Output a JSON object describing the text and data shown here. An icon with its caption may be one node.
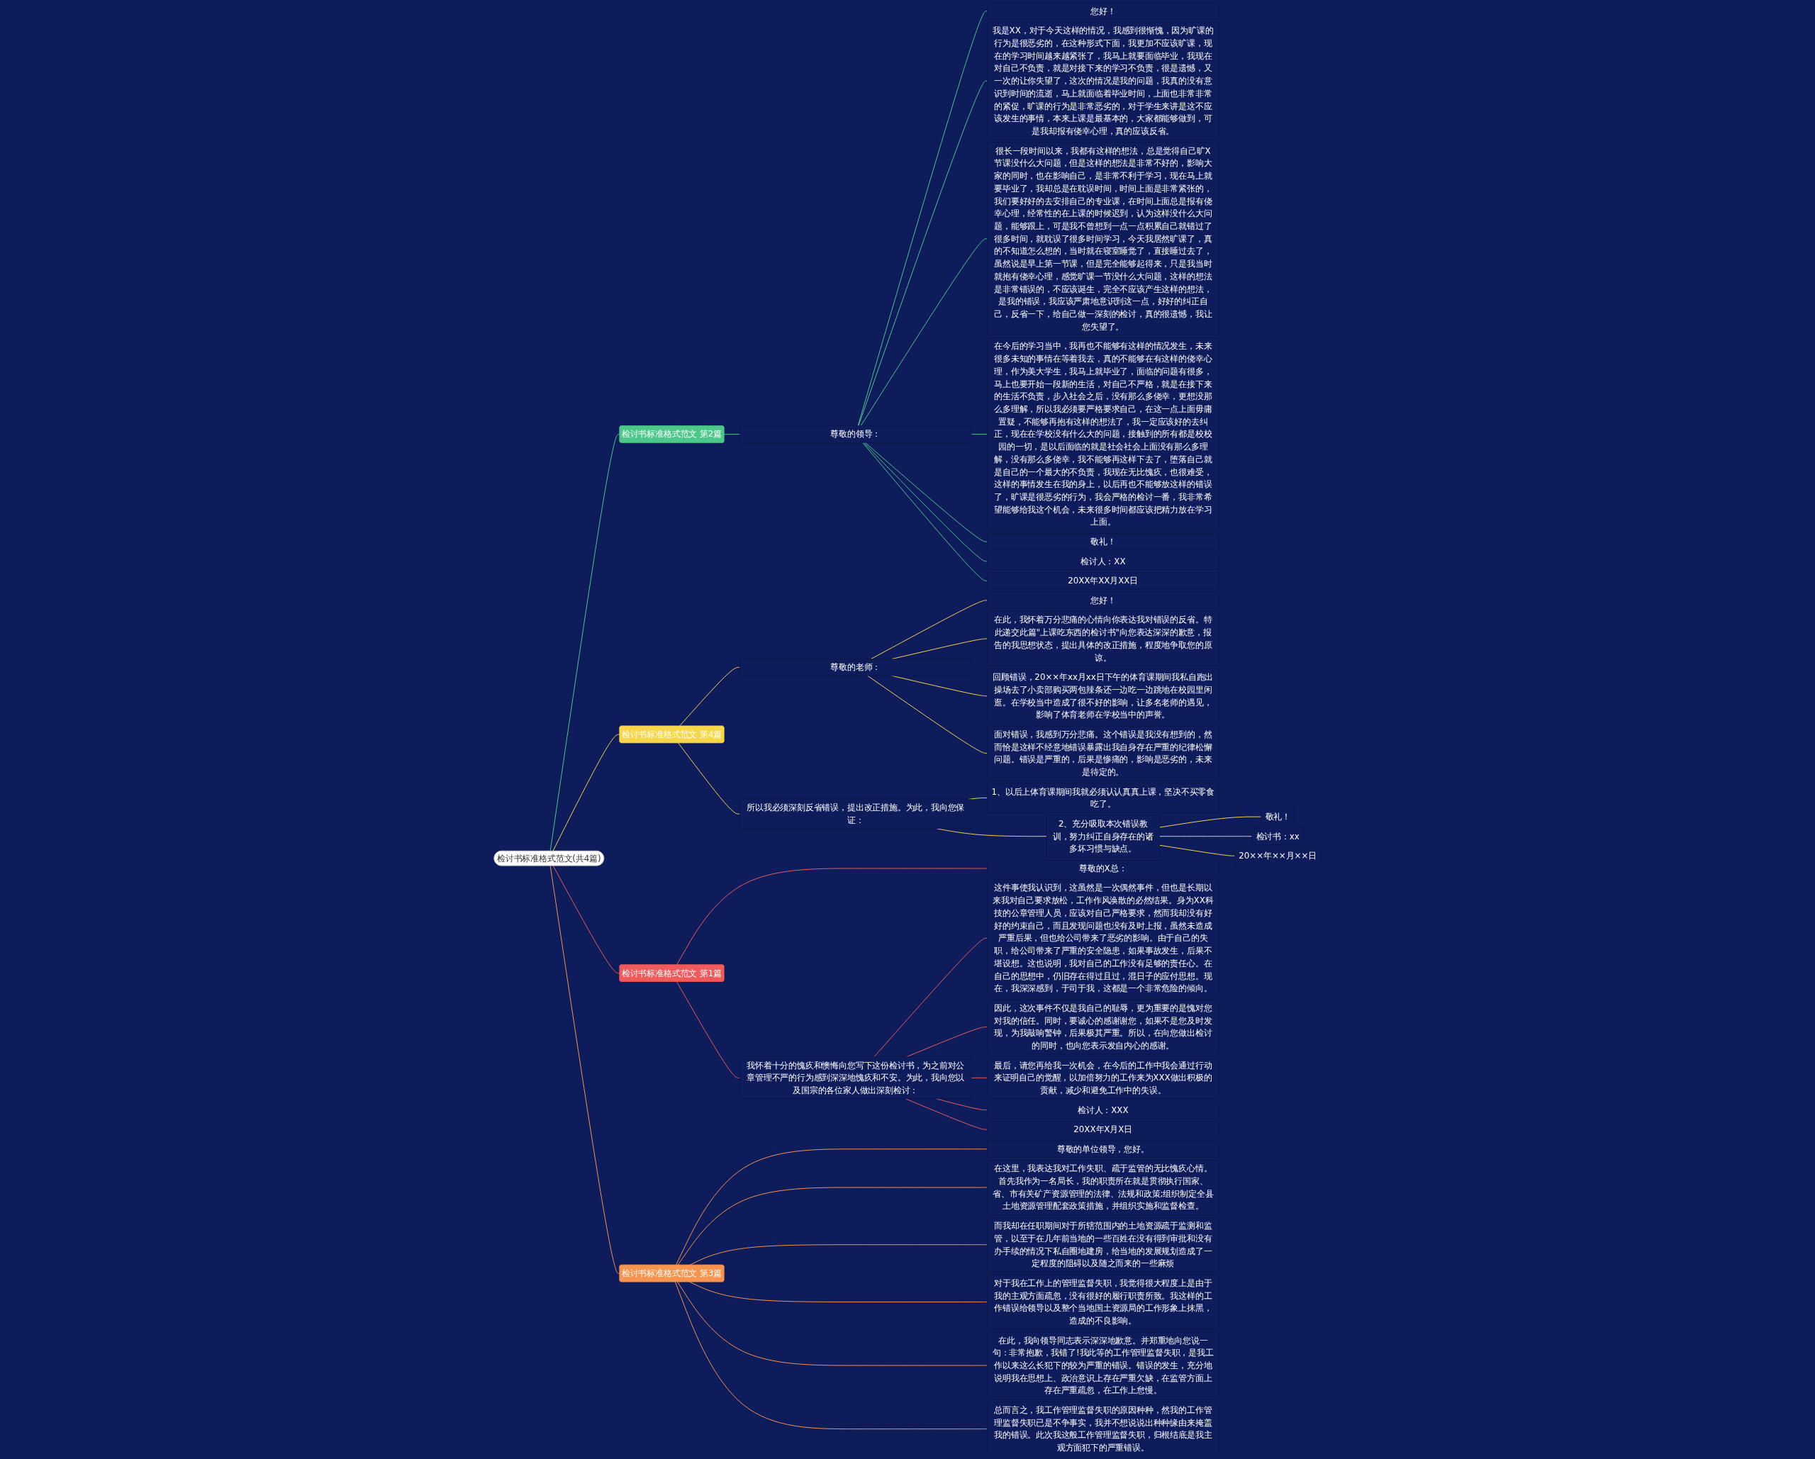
{
  "diagram": {
    "nodes": [
      {
        "text": [
          "检讨书标准格式范文(共4篇)"
        ]
      },
      {
        "text": [
          "检讨书标准格式范文 第2篇"
        ]
      },
      {
        "text": [
          "尊敬的领导："
        ]
      },
      {
        "text": [
          "您好！"
        ]
      },
      {
        "text": [
          "我是XX，对于今天这样的情况，我感到很惭愧，因为旷课的行为是很恶劣的，在这种形式下面，我更加不应该旷课，现在的学习时间越来越紧张了，我马上就要面临毕业，我现在对自己不负责，就是对接下来的学习不负责，很是遗憾，又一次的让你失望了，这次的情况是我的问题，我真的没有意识到时间的流逝，马上就面临着毕业时间，上面也非常非常的紧促，旷课的行为是非常恶劣的，对于学生来讲是这不应该发生的事情，本来上课是最基本的，大家都能够做到，可是我却报有侥幸心理，真的应该反省。"
        ]
      },
      {
        "text": [
          "很长一段时间以来，我都有这样的想法，总是觉得自己旷X节课没什么大问题，但是这样的想法是非常不好的，影响大家的同时，也在影响自己，是非常不利于学习，现在马上就要毕业了，我却总是在耽误时间，时间上面是非常紧张的，我们要好好的去安排自己的专业课，在时间上面总是报有侥幸心理，经常性的在上课的时候迟到，认为这样没什么大问题，能够跟上，可是我不曾想到一点一点积累自己就错过了很多时间，就耽误了很多时间学习，今天我居然旷课了，真的不知道怎么想的，当时就在寝室睡觉了，直接睡过去了，虽然说是早上第一节课，但是完全能够起得来，只是我当时就抱有侥幸心理，感觉旷课一节没什么大问题，这样的想法是非常错误的，不应该诞生，完全不应该产生这样的想法，是我的错误，我应该严肃地意识到这一点，好好的纠正自己，反省一下，给自己做一深刻的检讨，真的很遗憾，我让您失望了。"
        ]
      },
      {
        "text": [
          "在今后的学习当中，我再也不能够有这样的情况发生，未来很多未知的事情在等着我去，真的不能够在有这样的侥幸心理，作为美大学生，我马上就毕业了，面临的问题有很多，马上也要开始一段新的生活，对自己不严格，就是在接下来的生活不负责，步入社会之后，没有那么多侥幸，更想没那么多理解，所以我必须要严格要求自己，在这一点上面毋庸置疑，不能够再抱有这样的想法了，我一定应该好的去纠正，现在在学校没有什么大的问题，接触到的所有都是校校园的一切，是以后面临的就是社会社会上面没有那么多理解，没有那么多侥幸，我不能够再这样下去了，堕落自己就是自己的一个最大的不负责，我现在无比愧疚，也很难受，这样的事情发生在我的身上，以后再也不能够放这样的错误了，旷课是很恶劣的行为，我会严格的检讨一番，我非常希望能够给我这个机会，未来很多时间都应该把精力放在学习上面。"
        ]
      },
      {
        "text": [
          "敬礼！"
        ]
      },
      {
        "text": [
          "检讨人：XX"
        ]
      },
      {
        "text": [
          "20XX年XX月XX日"
        ]
      },
      {
        "text": [
          "检讨书标准格式范文 第4篇"
        ]
      },
      {
        "text": [
          "尊敬的老师："
        ]
      },
      {
        "text": [
          "您好！"
        ]
      },
      {
        "text": [
          "在此，我怀着万分悲痛的心情向你表达我对错误的反省。特此递交此篇\"上课吃东西的检讨书\"向您表达深深的歉意，报告的我思想状态，提出具体的改正措施，程度地争取您的原谅。"
        ]
      },
      {
        "text": [
          "回顾错误，20××年xx月xx日下午的体育课期间我私自跑出操场去了小卖部购买两包辣条还一边吃一边跳地在校园里闲逛。在学校当中造成了很不好的影响，让多名老师的遇见，影响了体育老师在学校当中的声誉。"
        ]
      },
      {
        "text": [
          "面对错误，我感到万分悲痛。这个错误是我没有想到的，然而恰是这样不经意地错误暴露出我自身存在严重的纪律松懈问题。错误是严重的，后果是惨痛的，影响是恶劣的，未来是待定的。"
        ]
      },
      {
        "text": [
          "所以我必须深刻反省错误，提出改正措施。为此，我向您保证："
        ]
      },
      {
        "text": [
          "1、以后上体育课期间我就必须认认真真上课，坚决不买零食吃了。"
        ]
      },
      {
        "text": [
          "2、充分吸取本次错误教训，努力纠正自身存在的诸多坏习惯与缺点。"
        ]
      },
      {
        "text": [
          "敬礼！"
        ]
      },
      {
        "text": [
          "检讨书：xx"
        ]
      },
      {
        "text": [
          "20××年××月××日"
        ]
      },
      {
        "text": [
          "检讨书标准格式范文 第1篇"
        ]
      },
      {
        "text": [
          "尊敬的X总："
        ]
      },
      {
        "text": [
          "我怀着十分的愧疚和懊悔向您写下这份检讨书，为之前对公章管理不严的行为感到深深地愧疚和不安。为此，我向您以及国宗的各位家人做出深刻检讨："
        ]
      },
      {
        "text": [
          "这件事使我认识到，这虽然是一次偶然事件，但也是长期以来我对自己要求放松，工作作风涣散的必然结果。身为XX科技的公章管理人员，应该对自己严格要求，然而我却没有好好的约束自己，而且发现问题也没有及时上报，虽然未造成严重后果，但也给公司带来了恶劣的影响。由于自己的失职，给公司带来了严重的安全隐患，如果事故发生，后果不堪设想。这也说明，我对自己的工作没有足够的责任心。在自己的思想中，仍旧存在得过且过，混日子的应付思想。现在，我深深感到，于司于我，这都是一个非常危险的倾向。"
        ]
      },
      {
        "text": [
          "因此，这次事件不仅是我自己的耻辱，更为重要的是愧对您对我的信任。同时，要诚心的感谢谢您，如果不是您及时发现，为我敲响警钟，后果极其严重。所以，在向您做出检讨的同时，也向您表示发自内心的感谢。"
        ]
      },
      {
        "text": [
          "最后，请您再给我一次机会，在今后的工作中我会通过行动来证明自己的觉醒，以加倍努力的工作来为XXX做出积极的贡献，减少和避免工作中的失误。"
        ]
      },
      {
        "text": [
          "检讨人：XXX"
        ]
      },
      {
        "text": [
          "20XX年X月X日"
        ]
      },
      {
        "text": [
          "检讨书标准格式范文 第3篇"
        ]
      },
      {
        "text": [
          "尊敬的单位领导，您好。"
        ]
      },
      {
        "text": [
          "在这里，我表达我对工作失职、疏于监管的无比愧疚心情。首先我作为一名局长，我的职责所在就是贯彻执行国家、省、市有关矿产资源管理的法律、法规和政策;组织制定全县土地资源管理配套政策措施，并组织实施和监督检查。"
        ]
      },
      {
        "text": [
          "而我却在任职期间对于所辖范围内的土地资源疏于监测和监管，以至于在几年前当地的一些百姓在没有得到审批和没有办手续的情况下私自圈地建房，给当地的发展规划造成了一定程度的阻碍以及随之而来的一些麻烦"
        ]
      },
      {
        "text": [
          "对于我在工作上的管理监督失职，我觉得很大程度上是由于我的主观方面疏忽，没有很好的履行职责所致。我这样的工作错误给领导以及整个当地国土资源局的工作形象上抹黑，造成的不良影响。"
        ]
      },
      {
        "text": [
          "在此，我向领导同志表示深深地歉意。并郑重地向您说一句：非常抱歉，我错了!我此等的工作管理监督失职，是我工作以来这么长犯下的较为严重的错误。错误的发生，充分地说明我在思想上、政治意识上存在严重欠缺，在监管方面上存在严重疏忽，在工作上怠慢。"
        ]
      },
      {
        "text": [
          "总而言之，我工作管理监督失职的原因种种，然我的工作管理监督失职已是不争事实，我并不想说说出种种缘由来掩盖我的错误。此次我这般工作管理监督失职，归根结底是我主观方面犯下的严重错误。"
        ]
      }
    ],
    "edges": [
      {
        "from": 0,
        "to": 1,
        "arrow": "none",
        "color": "#4cc98a"
      },
      {
        "from": 1,
        "to": 2,
        "arrow": "none",
        "color": "#4cc98a"
      },
      {
        "from": 2,
        "to": 3,
        "arrow": "none",
        "color": "#4cc98a"
      },
      {
        "from": 2,
        "to": 4,
        "arrow": "none",
        "color": "#4cc98a"
      },
      {
        "from": 2,
        "to": 5,
        "arrow": "none",
        "color": "#4cc98a"
      },
      {
        "from": 2,
        "to": 6,
        "arrow": "none",
        "color": "#4cc98a"
      },
      {
        "from": 2,
        "to": 7,
        "arrow": "none",
        "color": "#4cc98a"
      },
      {
        "from": 2,
        "to": 8,
        "arrow": "none",
        "color": "#4cc98a"
      },
      {
        "from": 2,
        "to": 9,
        "arrow": "none",
        "color": "#4cc98a"
      },
      {
        "from": 0,
        "to": 10,
        "arrow": "none",
        "color": "#f7d64a"
      },
      {
        "from": 10,
        "to": 11,
        "arrow": "none",
        "color": "#f7d64a"
      },
      {
        "from": 11,
        "to": 12,
        "arrow": "none",
        "color": "#f7d64a"
      },
      {
        "from": 11,
        "to": 13,
        "arrow": "none",
        "color": "#f7d64a"
      },
      {
        "from": 11,
        "to": 14,
        "arrow": "none",
        "color": "#f7d64a"
      },
      {
        "from": 11,
        "to": 15,
        "arrow": "none",
        "color": "#f7d64a"
      },
      {
        "from": 10,
        "to": 16,
        "arrow": "none",
        "color": "#f7d64a"
      },
      {
        "from": 16,
        "to": 17,
        "arrow": "none",
        "color": "#f7d64a"
      },
      {
        "from": 16,
        "to": 18,
        "arrow": "none",
        "color": "#f7d64a"
      },
      {
        "from": 18,
        "to": 19,
        "arrow": "none",
        "color": "#f7d64a"
      },
      {
        "from": 18,
        "to": 20,
        "arrow": "none",
        "color": "#f7d64a"
      },
      {
        "from": 18,
        "to": 21,
        "arrow": "none",
        "color": "#f7d64a"
      },
      {
        "from": 0,
        "to": 22,
        "arrow": "none",
        "color": "#f05a5a"
      },
      {
        "from": 22,
        "to": 23,
        "arrow": "none",
        "color": "#f05a5a"
      },
      {
        "from": 22,
        "to": 24,
        "arrow": "none",
        "color": "#f05a5a"
      },
      {
        "from": 24,
        "to": 25,
        "arrow": "none",
        "color": "#f05a5a"
      },
      {
        "from": 24,
        "to": 26,
        "arrow": "none",
        "color": "#f05a5a"
      },
      {
        "from": 24,
        "to": 27,
        "arrow": "none",
        "color": "#f05a5a"
      },
      {
        "from": 24,
        "to": 28,
        "arrow": "none",
        "color": "#f05a5a"
      },
      {
        "from": 24,
        "to": 29,
        "arrow": "none",
        "color": "#f05a5a"
      },
      {
        "from": 0,
        "to": 30,
        "arrow": "none",
        "color": "#f7944d"
      },
      {
        "from": 30,
        "to": 31,
        "arrow": "none",
        "color": "#f7944d"
      },
      {
        "from": 30,
        "to": 32,
        "arrow": "none",
        "color": "#f7944d"
      },
      {
        "from": 30,
        "to": 33,
        "arrow": "none",
        "color": "#f7944d"
      },
      {
        "from": 30,
        "to": 34,
        "arrow": "none",
        "color": "#f7944d"
      },
      {
        "from": 30,
        "to": 35,
        "arrow": "none",
        "color": "#f7944d"
      },
      {
        "from": 30,
        "to": 36,
        "arrow": "none",
        "color": "#f7944d"
      }
    ]
  }
}
